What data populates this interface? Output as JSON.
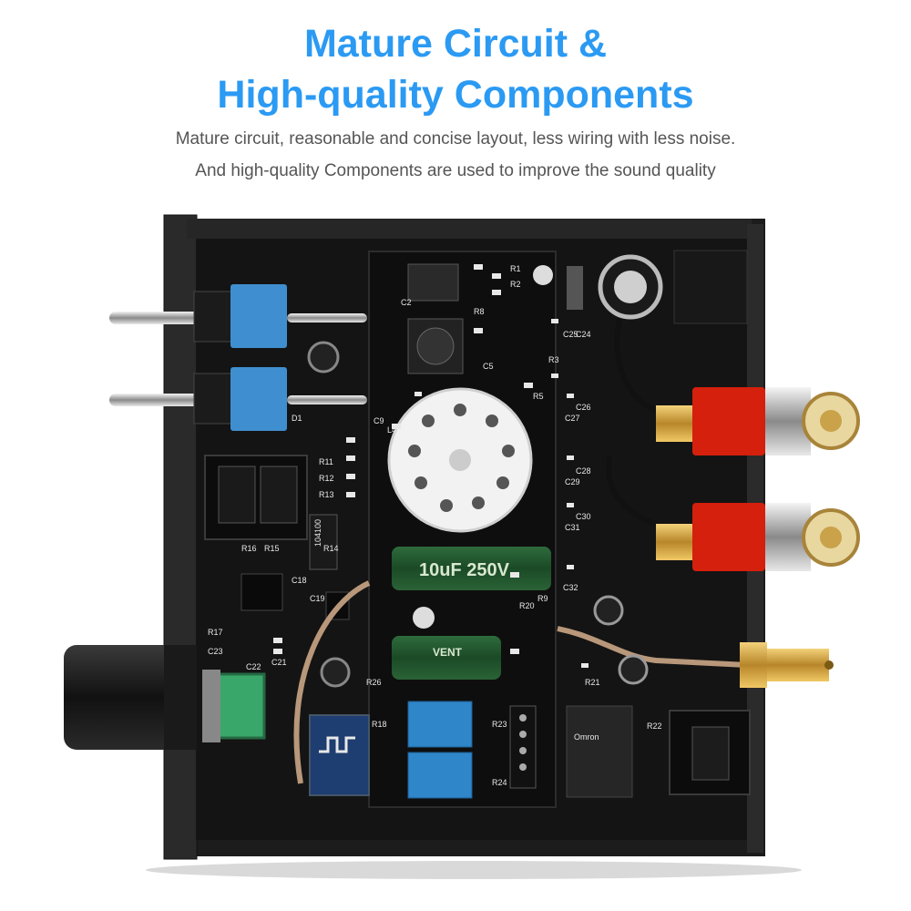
{
  "headline": {
    "line1": "Mature Circuit &",
    "line2": "High-quality Components"
  },
  "subtext": {
    "line1": "Mature circuit, reasonable and concise layout, less wiring with less noise.",
    "line2": "And high-quality Components are used to improve the sound quality"
  },
  "pcb_markings": {
    "cap_large_1": "10uF 250V",
    "cap_large_2": "VENT",
    "chip_label": "104100",
    "relay_label": "Omron",
    "silk_labels": [
      "C2",
      "R1",
      "R2",
      "R3",
      "R5",
      "R8",
      "R9",
      "R11",
      "R12",
      "R13",
      "R14",
      "R15",
      "R16",
      "R17",
      "R18",
      "R20",
      "R21",
      "R22",
      "R23",
      "R24",
      "R26",
      "C5",
      "C9",
      "C18",
      "C19",
      "C21",
      "C22",
      "C23",
      "C24",
      "C25",
      "C26",
      "C27",
      "C28",
      "C29",
      "C30",
      "C31",
      "C32",
      "L4",
      "D1"
    ]
  },
  "colors": {
    "headline": "#2b9af3",
    "subtext": "#555555",
    "pcb": "#141414",
    "rca_red": "#d4200c",
    "switch_blue": "#3f8fd0"
  }
}
